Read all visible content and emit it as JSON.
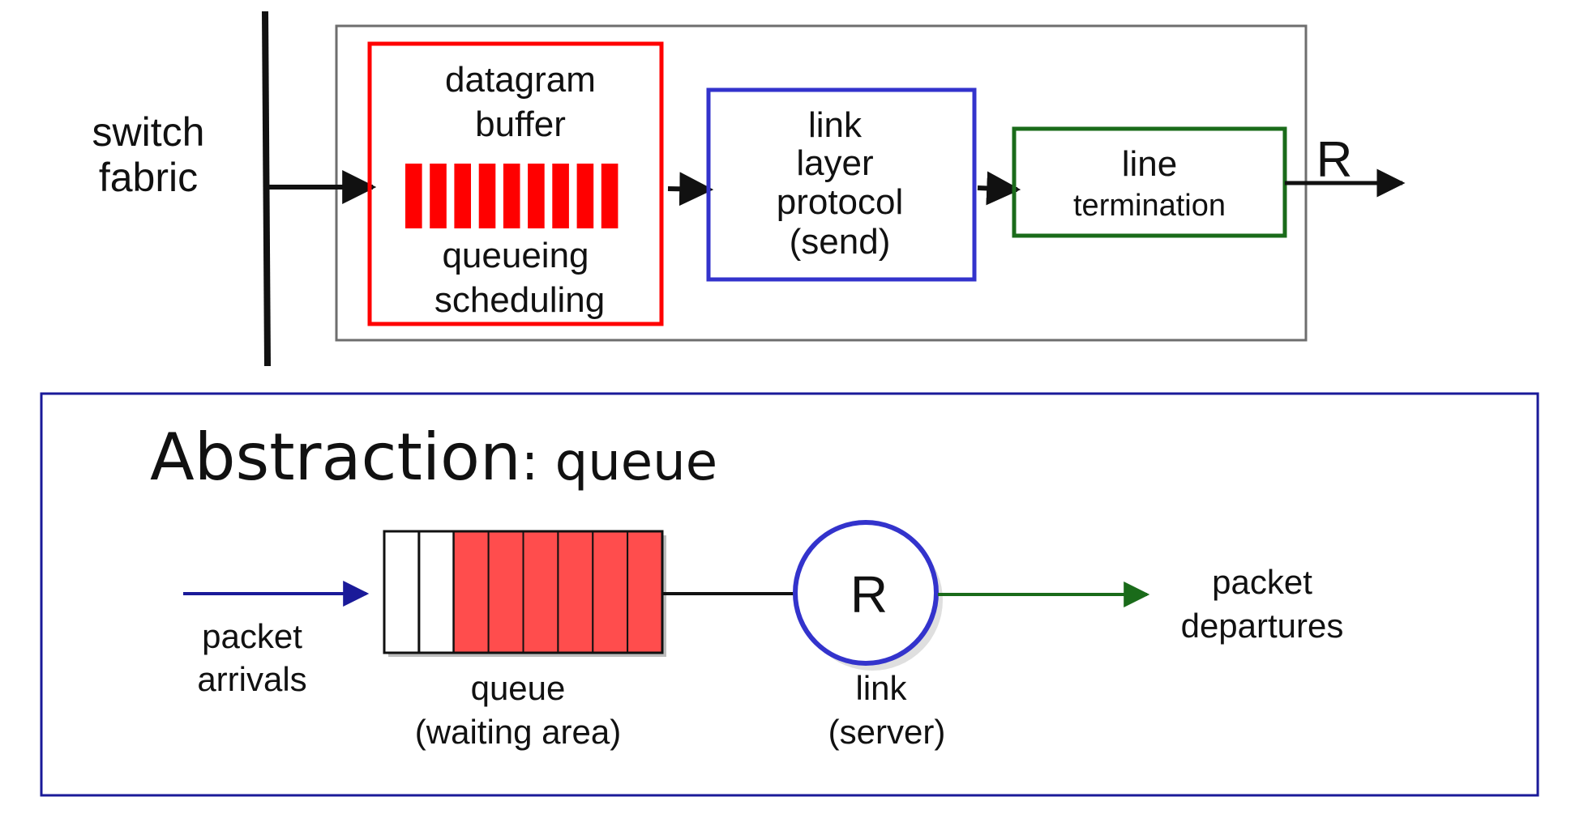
{
  "colors": {
    "buffer_red": "#ff0000",
    "queue_red": "#ff4d4d",
    "blue": "#3333cc",
    "navy": "#1a1a99",
    "green": "#1a6b1a",
    "gray": "#6e6e6e",
    "black": "#111111"
  },
  "top": {
    "switch_fabric": [
      "switch",
      "fabric"
    ],
    "buffer_box": {
      "title": [
        "datagram",
        "buffer"
      ],
      "bottom": [
        "queueing",
        "scheduling"
      ],
      "slots": 9
    },
    "link_layer_box": {
      "lines": [
        "link",
        "layer",
        "protocol",
        "(send)"
      ]
    },
    "line_termination_box": {
      "lines": [
        "line",
        "termination"
      ]
    },
    "rate_label": "R"
  },
  "abstraction": {
    "title_word": "Abstraction",
    "title_rest": ": queue",
    "arrivals": [
      "packet",
      "arrivals"
    ],
    "queue": {
      "label": [
        "queue",
        "(waiting area)"
      ],
      "empty_slots": 2,
      "filled_slots": 6
    },
    "server": {
      "symbol": "R",
      "label": [
        "link",
        "(server)"
      ]
    },
    "departures": [
      "packet",
      "departures"
    ]
  }
}
